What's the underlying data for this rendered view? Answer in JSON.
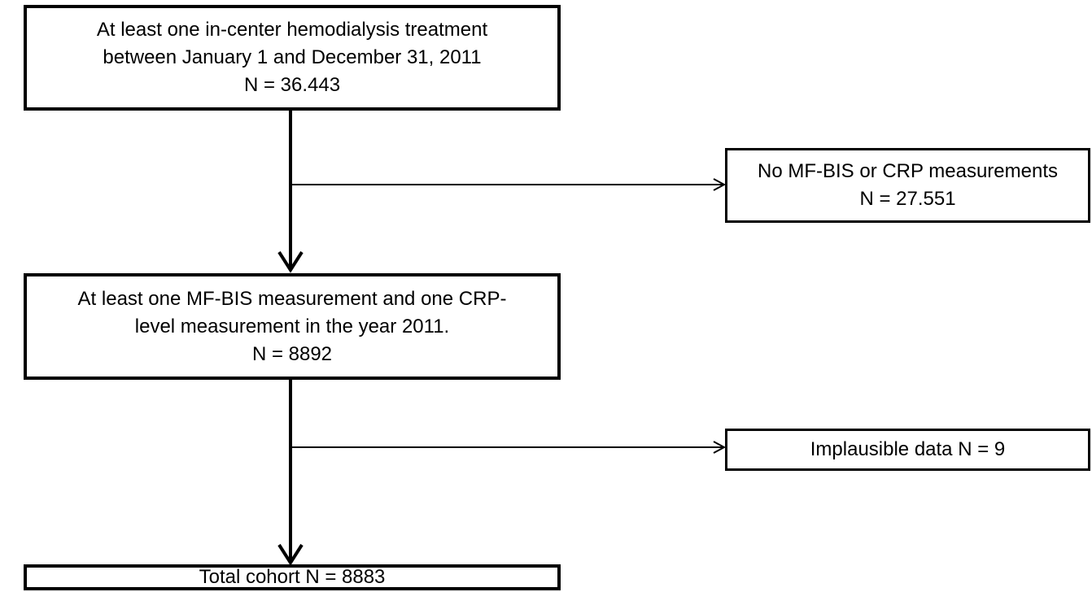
{
  "flowchart": {
    "box_start": {
      "lines": [
        "At least one in-center hemodialysis treatment",
        "between January 1 and December 31, 2011",
        "N = 36.443"
      ]
    },
    "box_excluded_1": {
      "lines": [
        "No MF-BIS or CRP measurements",
        "N = 27.551"
      ]
    },
    "box_middle": {
      "lines": [
        "At least one MF-BIS measurement and one CRP-",
        "level measurement in the year 2011.",
        "N = 8892"
      ]
    },
    "box_excluded_2": {
      "lines": [
        "Implausible data N = 9"
      ]
    },
    "box_final": {
      "lines": [
        "Total cohort N = 8883"
      ]
    }
  }
}
